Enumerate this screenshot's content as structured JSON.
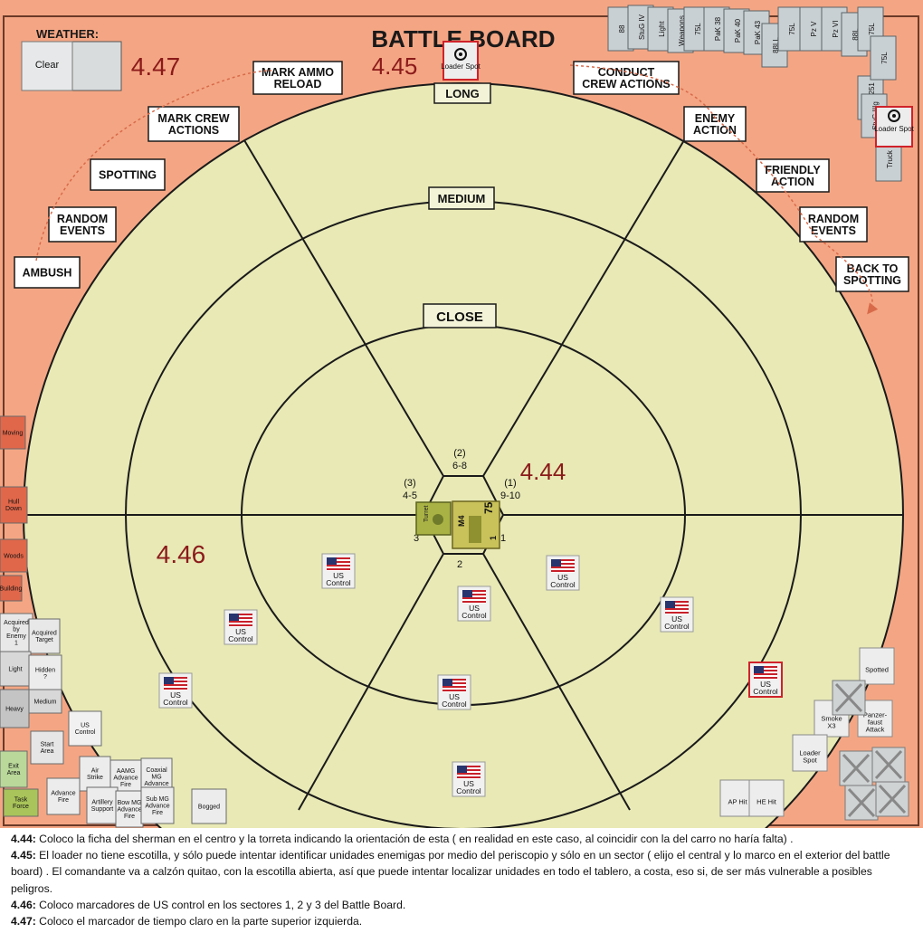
{
  "board": {
    "title": "BATTLE BOARD",
    "weather_label": "WEATHER:",
    "weather_value": "Clear",
    "phase_boxes": [
      {
        "label": "AMBUSH"
      },
      {
        "label": "RANDOM\nEVENTS"
      },
      {
        "label": "SPOTTING"
      },
      {
        "label": "MARK CREW\nACTIONS"
      },
      {
        "label": "MARK AMMO\nRELOAD"
      },
      {
        "label": "CONDUCT\nCREW ACTIONS"
      },
      {
        "label": "ENEMY\nACTION"
      },
      {
        "label": "FRIENDLY\nACTION"
      },
      {
        "label": "RANDOM\nEVENTS"
      },
      {
        "label": "BACK TO\nSPOTTING"
      }
    ],
    "range_labels": {
      "long": "LONG",
      "medium": "MEDIUM",
      "close": "CLOSE"
    },
    "sector_labels": [
      {
        "top": "(2)",
        "bottom": "6-8"
      },
      {
        "top": "(3)",
        "bottom": "4-5"
      },
      {
        "top": "(1)",
        "bottom": "9-10"
      },
      {
        "top": "",
        "bottom": "2"
      },
      {
        "top": "",
        "bottom": "3"
      },
      {
        "top": "",
        "bottom": "1"
      }
    ],
    "annotations": [
      "4.44",
      "4.45",
      "4.46",
      "4.47"
    ],
    "us_control_text": "US\nControl",
    "loader_spot_text": "Loader\nSpot",
    "tank_counter": {
      "name": "M4",
      "gun": "75",
      "turret": "Turret",
      "sub": "1"
    },
    "right_counters": [
      "Loader\nSpot",
      "Spotted",
      "Smoke\nX3",
      "Panzer-\nfaust\nAttack",
      "Loader\nSpot",
      "AP Hit",
      "HE Hit"
    ],
    "top_counters": [
      "88",
      "StuG IV",
      "Light",
      "Weapons",
      "75L",
      "PaK 38",
      "PaK 40",
      "PaK 43",
      "88LL",
      "75L",
      "Pz V",
      "Pz VI",
      "88L",
      "75L",
      "SPW 251",
      "StuG IIIg",
      "Truck",
      "75L"
    ],
    "left_counters": [
      "Moving",
      "Hull\nDown",
      "Woods",
      "Building",
      "Acquired\nby\nEnemy\n1",
      "Acquired\nTarget",
      "Light",
      "Hidden\n?",
      "Medium",
      "Heavy",
      "US\nControl",
      "Start\nArea",
      "Exit\nArea",
      "Task\nForce",
      "Advance\nFire",
      "Air\nStrike",
      "AAMG\nAdvance\nFire",
      "Coaxial\nMG\nAdvance",
      "Artillery\nSupport",
      "Bow MG\nAdvance\nFire",
      "Sub MG\nAdvance\nFire",
      "Bogged"
    ]
  },
  "captions": [
    {
      "num": "4.44:",
      "text": " Coloco la ficha del sherman en el centro y la torreta indicando la orientación de esta  ( en realidad en este caso, al coincidir con la del carro no haría falta)  ."
    },
    {
      "num": "4.45:",
      "text": "  El loader no tiene escotilla, y sólo puede intentar identificar unidades enemigas por medio del periscopio y sólo en un sector  ( elijo el central y lo marco en el exterior del battle board)  . El comandante va a calzón quitao, con la escotilla abierta, así que puede intentar localizar unidades en todo el tablero, a costa, eso si, de ser más vulnerable a posibles peligros."
    },
    {
      "num": "4.46:",
      "text": " Coloco marcadores de US control en los sectores 1, 2 y 3 del Battle Board."
    },
    {
      "num": "4.47:",
      "text": " Coloco el marcador de tiempo claro en la parte superior izquierda."
    }
  ],
  "colors": {
    "board_bg": "#f4a684",
    "circle_fill": "#e8e9b5",
    "annotation": "#8b1a1a",
    "line": "#1a1a1a",
    "highlight": "#d0222a"
  }
}
